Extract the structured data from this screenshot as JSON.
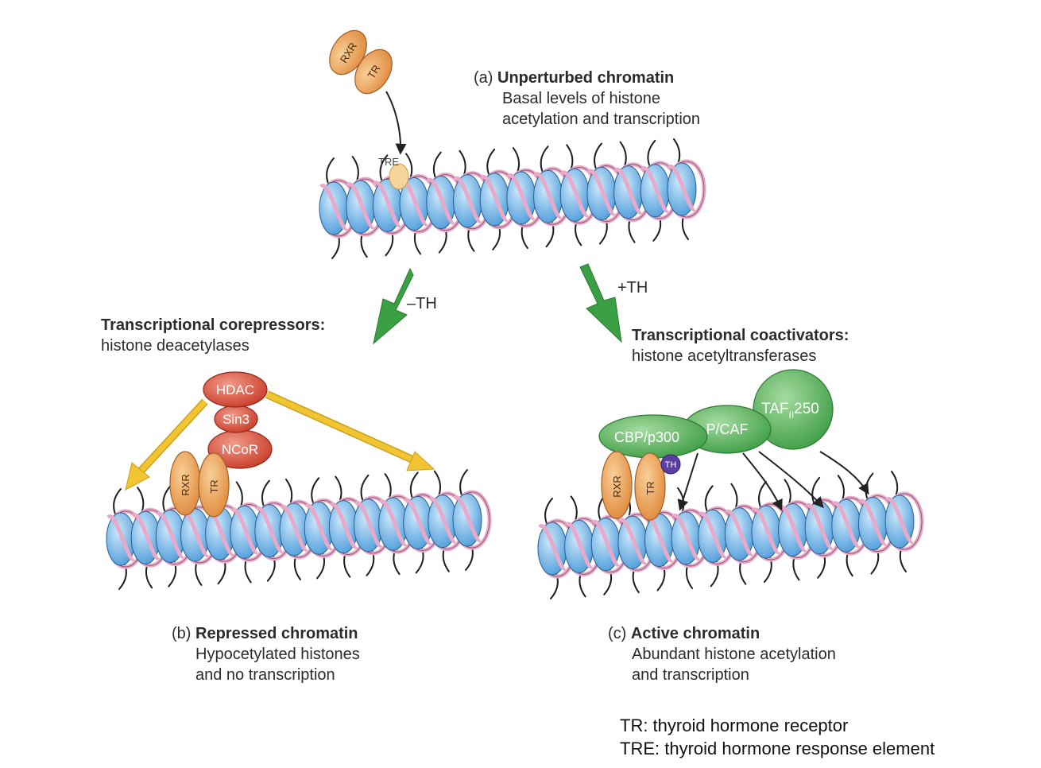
{
  "panels": {
    "a": {
      "letter": "(a)",
      "title": "Unperturbed chromatin",
      "line1": "Basal levels of histone",
      "line2": "acetylation and transcription"
    },
    "b": {
      "letter": "(b)",
      "title": "Repressed chromatin",
      "line1": "Hypocetylated histones",
      "line2": "and no transcription"
    },
    "c": {
      "letter": "(c)",
      "title": "Active chromatin",
      "line1": "Abundant histone acetylation",
      "line2": "and transcription"
    }
  },
  "corepressors": {
    "title": "Transcriptional corepressors:",
    "subtitle": "histone deacetylases"
  },
  "coactivators": {
    "title": "Transcriptional coactivators:",
    "subtitle": "histone acetyltransferases"
  },
  "arrows": {
    "minus": "–TH",
    "plus": "+TH"
  },
  "proteins": {
    "rxr": "RXR",
    "tr": "TR",
    "tre": "TRE",
    "th": "TH",
    "hdac": "HDAC",
    "sin3": "Sin3",
    "ncor": "NCoR",
    "cbp": "CBP/p300",
    "pcaf": "P/CAF",
    "taf_main": "TAF",
    "taf_sub": "II",
    "taf_num": "250"
  },
  "legend": {
    "line1": "TR: thyroid hormone receptor",
    "line2": "TRE: thyroid hormone response element"
  },
  "colors": {
    "histone": "#6fb3e8",
    "dna": "#e9a9c8",
    "receptor": "#efa35a",
    "corepressor": "#d9503c",
    "coactivator": "#5bb55d",
    "arrow_green": "#3aa043",
    "arrow_yellow": "#f1c531",
    "th": "#5a3fa2"
  }
}
